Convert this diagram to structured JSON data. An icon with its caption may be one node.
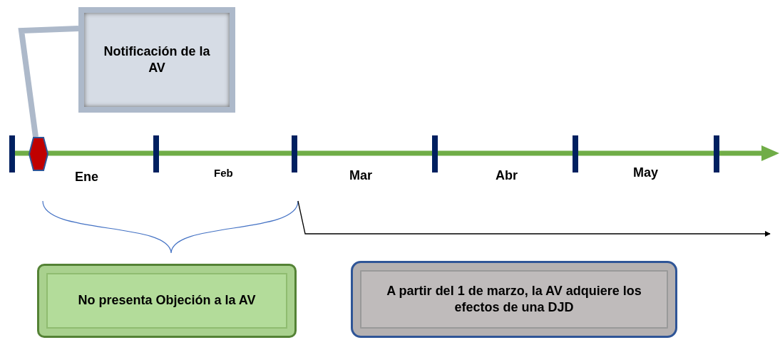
{
  "diagram": {
    "nodes": [
      {
        "text": [
          "Notificación de la AV"
        ]
      },
      {
        "text": [],
        "shape": "hexagon"
      },
      {
        "text": [
          "No presenta Objeción a la AV"
        ]
      },
      {
        "text": [
          "A partir del 1 de marzo, la AV adquiere los efectos de una DJD"
        ]
      }
    ],
    "edges": [
      {
        "from": 0,
        "to": 1,
        "arrow": "none"
      }
    ],
    "labels": [
      "Ene",
      "Feb",
      "Mar",
      "Abr",
      "May"
    ]
  }
}
